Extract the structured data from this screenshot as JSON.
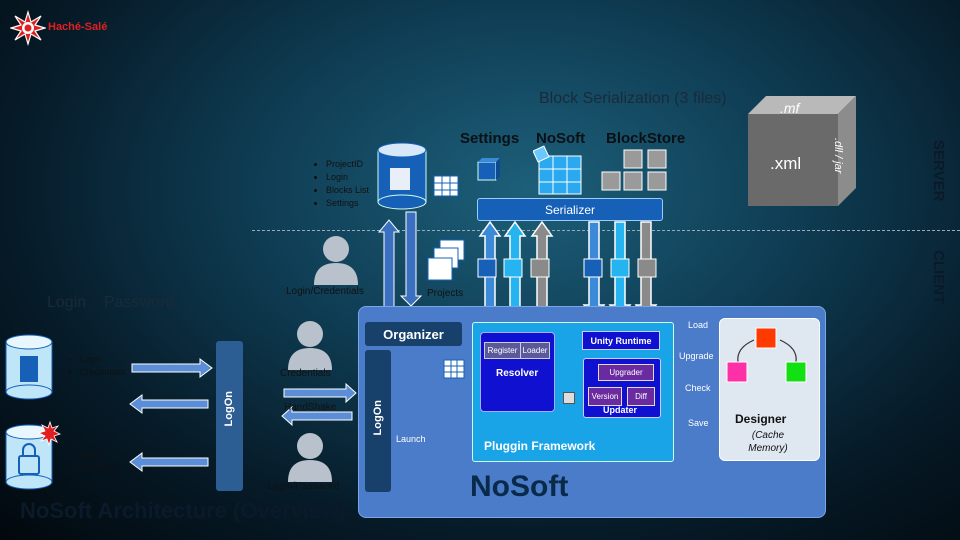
{
  "brand": {
    "name": "Haché-Salé",
    "color": "#e02020"
  },
  "page_title": "NoSoft Architecture (Overview)",
  "system_name": "NoSoft",
  "tiers": {
    "server": "SERVER",
    "client": "CLIENT"
  },
  "server": {
    "block_serialization": "Block Serialization (3 files)",
    "stores": [
      "Settings",
      "NoSoft",
      "BlockStore"
    ],
    "db_items": [
      "ProjectID",
      "Login",
      "Blocks List",
      "Settings"
    ],
    "serializer": "Serializer",
    "xml_cube": {
      "front": ".xml",
      "top": ".mf",
      "side": ".dll / jar"
    }
  },
  "client_left": {
    "login_password": "Login    Password",
    "user_items_top": [
      "Login",
      "Credentials"
    ],
    "user_items_bottom": [
      "Login",
      "Password"
    ],
    "logon": "LogOn",
    "user_labels": {
      "login_credentials": "Login/Credentials",
      "credentials": "Credentials",
      "handshake": "HandShake",
      "login_password": "Login/Password"
    },
    "projects": "Projects"
  },
  "nosoft_app": {
    "organizer": "Organizer",
    "logon": "LogOn",
    "launch": "Launch",
    "plugin_framework": "Pluggin Framework",
    "resolver": {
      "title": "Resolver",
      "buttons": [
        "Register",
        "Loader"
      ]
    },
    "unity_runtime": "Unity Runtime",
    "updater": {
      "title": "Updater",
      "upgrader": "Upgrader",
      "version": "Version",
      "diff": "Diff"
    }
  },
  "designer": {
    "title": "Designer",
    "subtitle": "(Cache Memory)",
    "arrows": [
      "Load",
      "Upgrade",
      "Check",
      "Save"
    ],
    "node_colors": {
      "top": "#ff3a00",
      "left": "#ff2fa8",
      "right": "#13e013"
    }
  },
  "colors": {
    "accent_blue": "#1aa4e8",
    "deep_blue": "#1010d0",
    "navy": "#17406a",
    "panel": "#4b7cc9",
    "purple": "#6a2aa0"
  }
}
